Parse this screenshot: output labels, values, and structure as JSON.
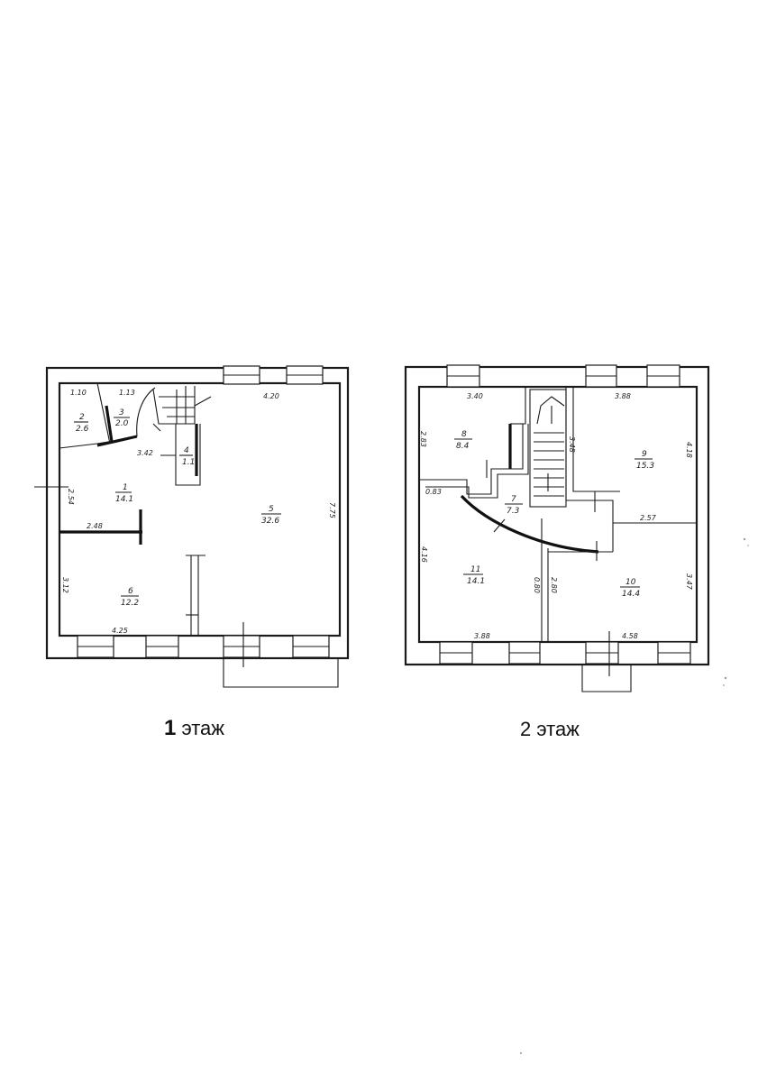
{
  "floors": [
    {
      "title_num": "1",
      "title_word": "этаж",
      "rooms": [
        {
          "num": "1",
          "area": "14.1"
        },
        {
          "num": "2",
          "area": "2.6"
        },
        {
          "num": "3",
          "area": "2.0"
        },
        {
          "num": "4",
          "area": "1.1"
        },
        {
          "num": "5",
          "area": "32.6"
        },
        {
          "num": "6",
          "area": "12.2"
        }
      ],
      "dims": [
        "1.10",
        "1.13",
        "4.20",
        "3.42",
        "2.54",
        "2.48",
        "7.75",
        "3.12",
        "4.25"
      ]
    },
    {
      "title_num": "2",
      "title_word": "этаж",
      "rooms": [
        {
          "num": "7",
          "area": "7.3"
        },
        {
          "num": "8",
          "area": "8.4"
        },
        {
          "num": "9",
          "area": "15.3"
        },
        {
          "num": "10",
          "area": "14.4"
        },
        {
          "num": "11",
          "area": "14.1"
        }
      ],
      "dims": [
        "3.40",
        "3.88",
        "2.83",
        "3.48",
        "4.18",
        "0.83",
        "2.57",
        "4.16",
        "0.80",
        "2.80",
        "3.47",
        "3.88",
        "4.58"
      ]
    }
  ]
}
